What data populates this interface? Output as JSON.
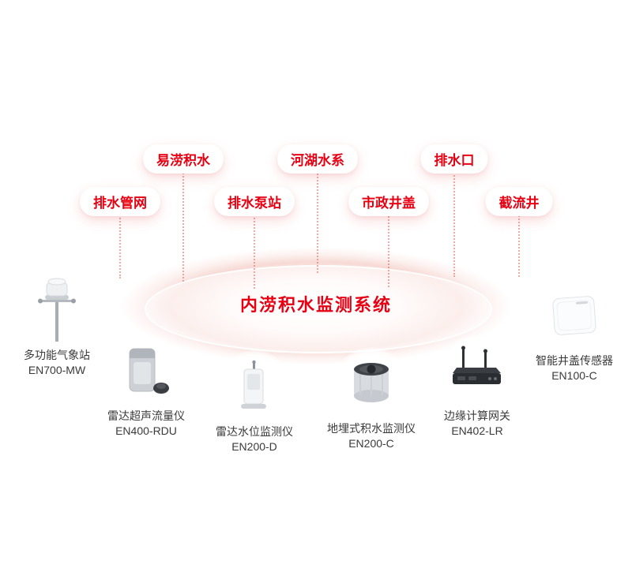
{
  "title": "内涝积水监测系统",
  "colors": {
    "accent": "#e60012",
    "pill_text": "#e60012",
    "device_text": "#3a3a3a"
  },
  "categories": [
    {
      "label": "排水管网"
    },
    {
      "label": "易涝积水"
    },
    {
      "label": "排水泵站"
    },
    {
      "label": "河湖水系"
    },
    {
      "label": "市政井盖"
    },
    {
      "label": "排水口"
    },
    {
      "label": "截流井"
    }
  ],
  "devices": [
    {
      "name": "多功能气象站",
      "model": "EN700-MW",
      "icon": "weather-station-icon"
    },
    {
      "name": "雷达超声流量仪",
      "model": "EN400-RDU",
      "icon": "flow-meter-icon"
    },
    {
      "name": "雷达水位监测仪",
      "model": "EN200-D",
      "icon": "water-level-meter-icon"
    },
    {
      "name": "地埋式积水监测仪",
      "model": "EN200-C",
      "icon": "buried-monitor-icon"
    },
    {
      "name": "边缘计算网关",
      "model": "EN402-LR",
      "icon": "edge-gateway-icon"
    },
    {
      "name": "智能井盖传感器",
      "model": "EN100-C",
      "icon": "manhole-sensor-icon"
    }
  ]
}
